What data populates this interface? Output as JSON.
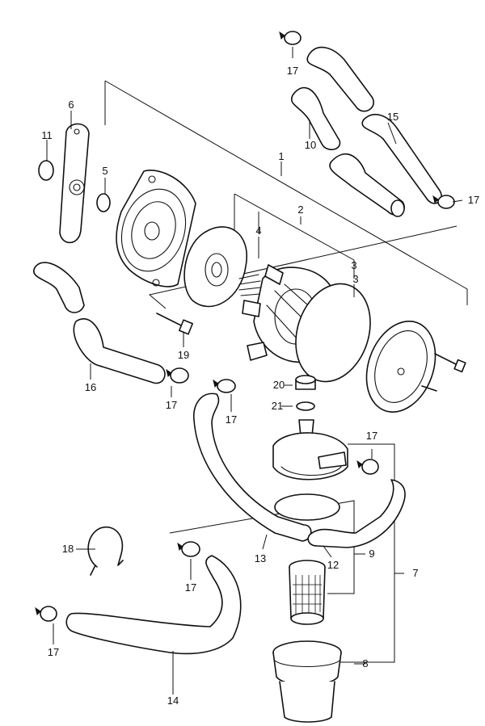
{
  "callouts": [
    {
      "id": "c1",
      "text": "1"
    },
    {
      "id": "c2",
      "text": "2"
    },
    {
      "id": "c3a",
      "text": "3"
    },
    {
      "id": "c3b",
      "text": "3"
    },
    {
      "id": "c4",
      "text": "4"
    },
    {
      "id": "c5",
      "text": "5"
    },
    {
      "id": "c6",
      "text": "6"
    },
    {
      "id": "c7",
      "text": "7"
    },
    {
      "id": "c8",
      "text": "8"
    },
    {
      "id": "c9",
      "text": "9"
    },
    {
      "id": "c10",
      "text": "10"
    },
    {
      "id": "c11",
      "text": "11"
    },
    {
      "id": "c12",
      "text": "12"
    },
    {
      "id": "c13",
      "text": "13"
    },
    {
      "id": "c14",
      "text": "14"
    },
    {
      "id": "c15",
      "text": "15"
    },
    {
      "id": "c16",
      "text": "16"
    },
    {
      "id": "c17a",
      "text": "17"
    },
    {
      "id": "c17b",
      "text": "17"
    },
    {
      "id": "c17c",
      "text": "17"
    },
    {
      "id": "c17d",
      "text": "17"
    },
    {
      "id": "c17e",
      "text": "17"
    },
    {
      "id": "c17f",
      "text": "17"
    },
    {
      "id": "c17g",
      "text": "17"
    },
    {
      "id": "c18",
      "text": "18"
    },
    {
      "id": "c19",
      "text": "19"
    },
    {
      "id": "c20",
      "text": "20"
    },
    {
      "id": "c21",
      "text": "21"
    }
  ]
}
